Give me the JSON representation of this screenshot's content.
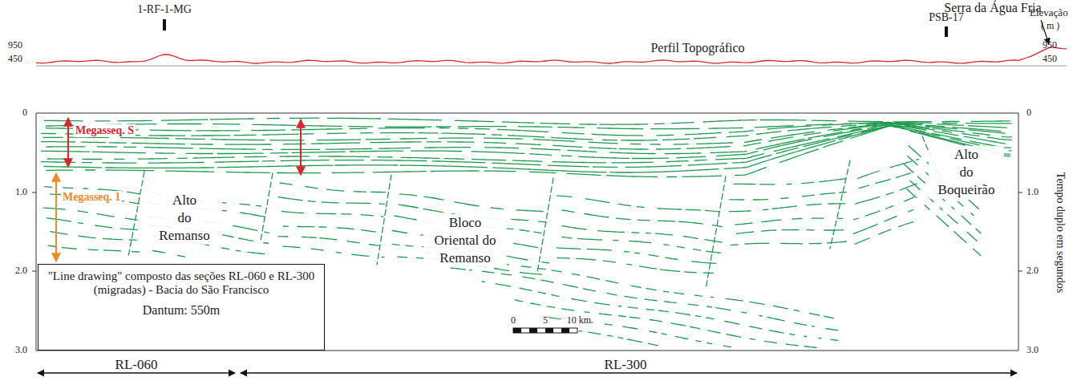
{
  "diagram": {
    "nodes": [
      {
        "text": [
          "\"Line drawing\" composto das seções RL-060 e RL-300 (migradas) - Bacia do São Francisco",
          "Dantum: 550m"
        ]
      }
    ],
    "labels": [
      "1-RF-1-MG",
      "950",
      "450",
      "Perfil Topográfico",
      "PSB-17",
      "Serra da Água Fria",
      "Elevação",
      "950",
      "450",
      "( m )",
      "0",
      "1.0",
      "2.0",
      "3.0",
      "0",
      "1.0",
      "2.0",
      "3.0",
      "Megasseq. S",
      "Megasseq. 1",
      "Alto do Remanso",
      "Bloco Oriental do Remanso",
      "Alto do Boqueirão",
      "Tempo duplo em segundos",
      "0",
      "5",
      "10 km",
      "RL-060",
      "RL-300"
    ]
  }
}
